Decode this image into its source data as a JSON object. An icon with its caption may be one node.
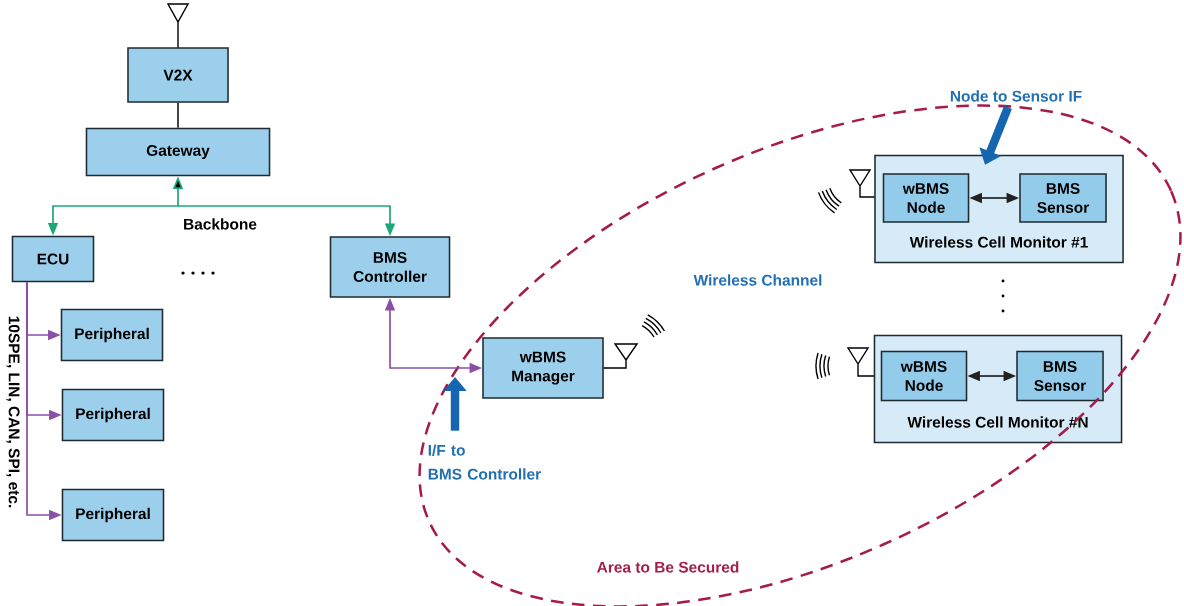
{
  "diagram": {
    "nodes": [
      {
        "text": [
          "V2X"
        ]
      },
      {
        "text": [
          "Gateway"
        ]
      },
      {
        "text": [
          "ECU"
        ]
      },
      {
        "text": [
          "BMS Controller"
        ]
      },
      {
        "text": [
          "Peripheral"
        ]
      },
      {
        "text": [
          "Peripheral"
        ]
      },
      {
        "text": [
          "Peripheral"
        ]
      },
      {
        "text": [
          "wBMS Manager"
        ]
      },
      {
        "text": [
          "Wireless Cell Monitor #1"
        ]
      },
      {
        "text": [
          "wBMS Node"
        ],
        "in": 8
      },
      {
        "text": [
          "BMS Sensor"
        ],
        "in": 8
      },
      {
        "text": [
          "Wireless Cell Monitor #N"
        ]
      },
      {
        "text": [
          "wBMS Node"
        ],
        "in": 11
      },
      {
        "text": [
          "BMS Sensor"
        ],
        "in": 11
      },
      {
        "text": [
          "I/F to BMS Controller"
        ]
      },
      {
        "text": [
          "Node to Sensor IF"
        ]
      }
    ],
    "edges": [
      {
        "from": 0,
        "to": 1,
        "arrow": "none",
        "color": "#222222"
      },
      {
        "from": 1,
        "to": 2,
        "arrow": "both",
        "color": "#1aa877"
      },
      {
        "from": 1,
        "to": 3,
        "arrow": "both",
        "color": "#1aa877"
      },
      {
        "from": 2,
        "to": 4,
        "arrow": "to",
        "color": "#8b4fa8"
      },
      {
        "from": 2,
        "to": 5,
        "arrow": "to",
        "color": "#8b4fa8"
      },
      {
        "from": 2,
        "to": 6,
        "arrow": "to",
        "color": "#8b4fa8"
      },
      {
        "from": 7,
        "to": 3,
        "arrow": "both",
        "color": "#8b4fa8"
      },
      {
        "from": 9,
        "to": 10,
        "arrow": "both",
        "color": "#222222"
      },
      {
        "from": 12,
        "to": 13,
        "arrow": "both",
        "color": "#222222"
      },
      {
        "from": 14,
        "to": null,
        "arrow": "to",
        "style": "thick",
        "color": "#1565b0"
      },
      {
        "from": 15,
        "to": 8,
        "arrow": "to",
        "style": "thick",
        "color": "#1565b0"
      }
    ],
    "labels": [
      "Backbone",
      "10SPE, LIN, CAN, SPI, etc.",
      "Wireless Channel",
      "Area to Be Secured"
    ]
  }
}
